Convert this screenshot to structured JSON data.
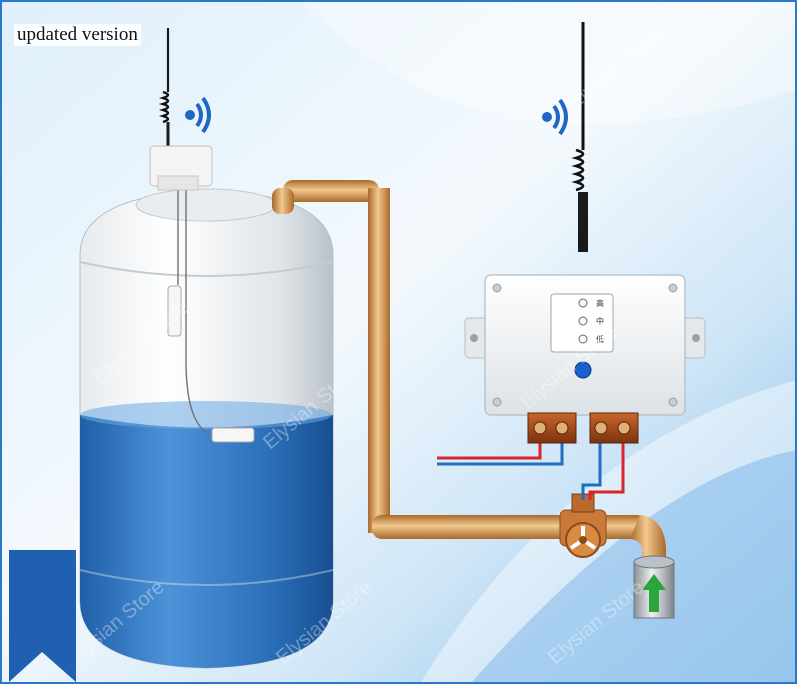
{
  "caption": "updated version",
  "controller": {
    "level_labels": [
      "高",
      "中",
      "低"
    ]
  },
  "watermark": "Elysian Store",
  "colors": {
    "water": "#2d6fb8",
    "pipe": "#d9a15a",
    "wire_red": "#d8262d",
    "wire_blue": "#1f6fc1",
    "arrow": "#2aa63a",
    "indicator": "#1a5fd0",
    "ribbon": "#1f61b0"
  }
}
